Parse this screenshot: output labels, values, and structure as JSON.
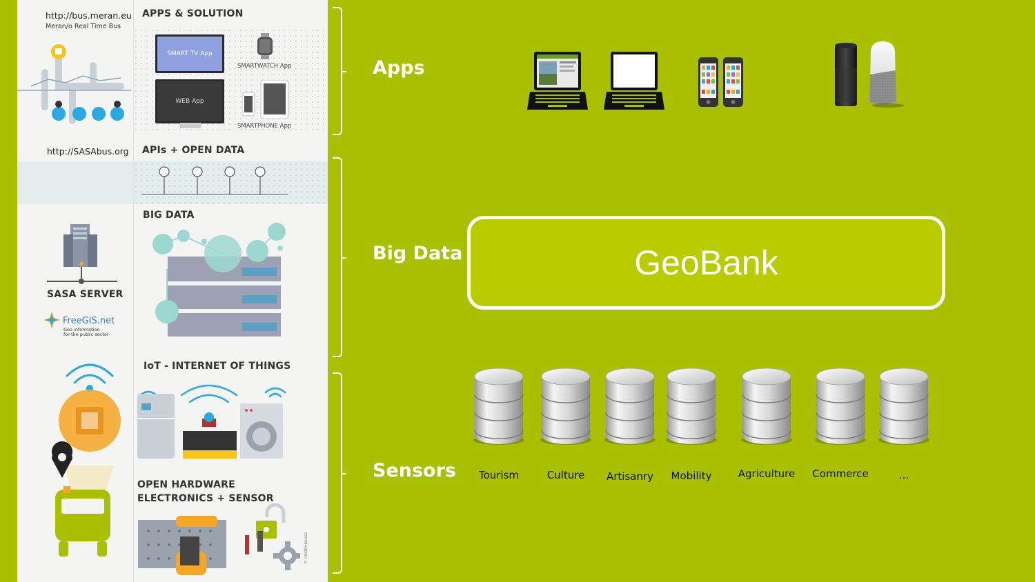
{
  "left_panel": {
    "meran_url": "http://bus.meran.eu",
    "meran_subtitle": "Meran/o Real Time Bus",
    "apps_heading": "APPS & SOLUTION",
    "smart_tv_label": "SMART TV App",
    "web_app_label": "WEB App",
    "smartwatch_label": "SMARTWATCH App",
    "smartphone_label": "SMARTPHONE App",
    "sasabus_url": "http://SASAbus.org",
    "apis_heading": "APIs + OPEN DATA",
    "bigdata_heading": "BIG DATA",
    "server_label": "SASA SERVER",
    "freegis_name": "FreeGIS.net",
    "freegis_tagline_1": "Geo information",
    "freegis_tagline_2": "for the public sector",
    "iot_heading": "IoT - INTERNET OF THINGS",
    "hardware_heading_1": "OPEN HARDWARE",
    "hardware_heading_2": "ELECTRONICS + SENSOR",
    "credit": "© creativesusa"
  },
  "sections": {
    "apps": "Apps",
    "big_data": "Big Data",
    "sensors": "Sensors"
  },
  "geobank": {
    "title": "GeoBank"
  },
  "databases": [
    "Tourism",
    "Culture",
    "Artisanry",
    "Mobility",
    "Agriculture",
    "Commerce",
    "..."
  ],
  "colors": {
    "background": "#a8c000",
    "geobank_fill": "#b8cc00",
    "accent_orange": "#f5a623",
    "accent_blue": "#29a9e0",
    "teal": "#9dd8d0"
  }
}
